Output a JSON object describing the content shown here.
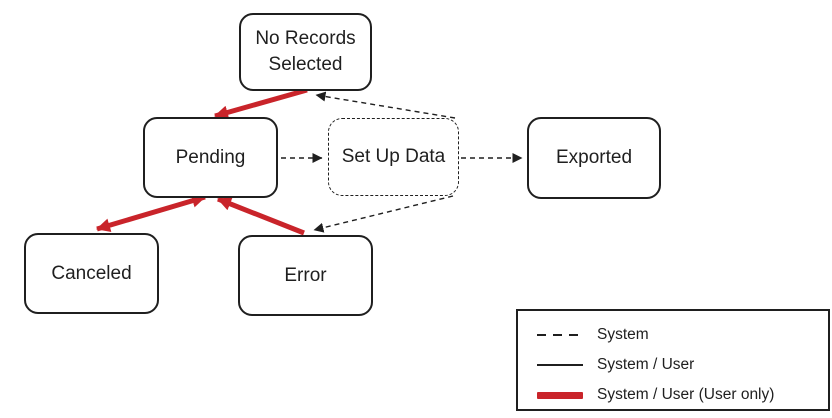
{
  "diagram": {
    "nodes": {
      "no_records_selected": {
        "label": "No Records Selected",
        "border": "solid"
      },
      "pending": {
        "label": "Pending",
        "border": "solid"
      },
      "set_up_data": {
        "label": "Set Up Data",
        "border": "dashed"
      },
      "exported": {
        "label": "Exported",
        "border": "solid"
      },
      "canceled": {
        "label": "Canceled",
        "border": "solid"
      },
      "error": {
        "label": "Error",
        "border": "solid"
      }
    },
    "edges": [
      {
        "from": "pending",
        "to": "set_up_data",
        "style": "dashed",
        "actor": "System"
      },
      {
        "from": "set_up_data",
        "to": "exported",
        "style": "dashed",
        "actor": "System"
      },
      {
        "from": "set_up_data",
        "to": "no_records_selected",
        "style": "dashed",
        "actor": "System"
      },
      {
        "from": "set_up_data",
        "to": "error",
        "style": "dashed",
        "actor": "System"
      },
      {
        "from": "no_records_selected",
        "to": "pending",
        "style": "thick-red",
        "actor": "System / User (User only)"
      },
      {
        "from": "pending",
        "to": "canceled",
        "style": "thick-red",
        "bidirectional": true,
        "actor": "System / User (User only)"
      },
      {
        "from": "error",
        "to": "pending",
        "style": "thick-red",
        "actor": "System / User (User only)"
      }
    ]
  },
  "legend": {
    "items": [
      {
        "style": "dashed",
        "label": "System"
      },
      {
        "style": "solid",
        "label": "System / User"
      },
      {
        "style": "thick-red",
        "label": "System / User (User only)"
      }
    ]
  },
  "colors": {
    "arrow_red": "#c9242a",
    "line_black": "#1f1f1f",
    "background": "#ffffff"
  }
}
